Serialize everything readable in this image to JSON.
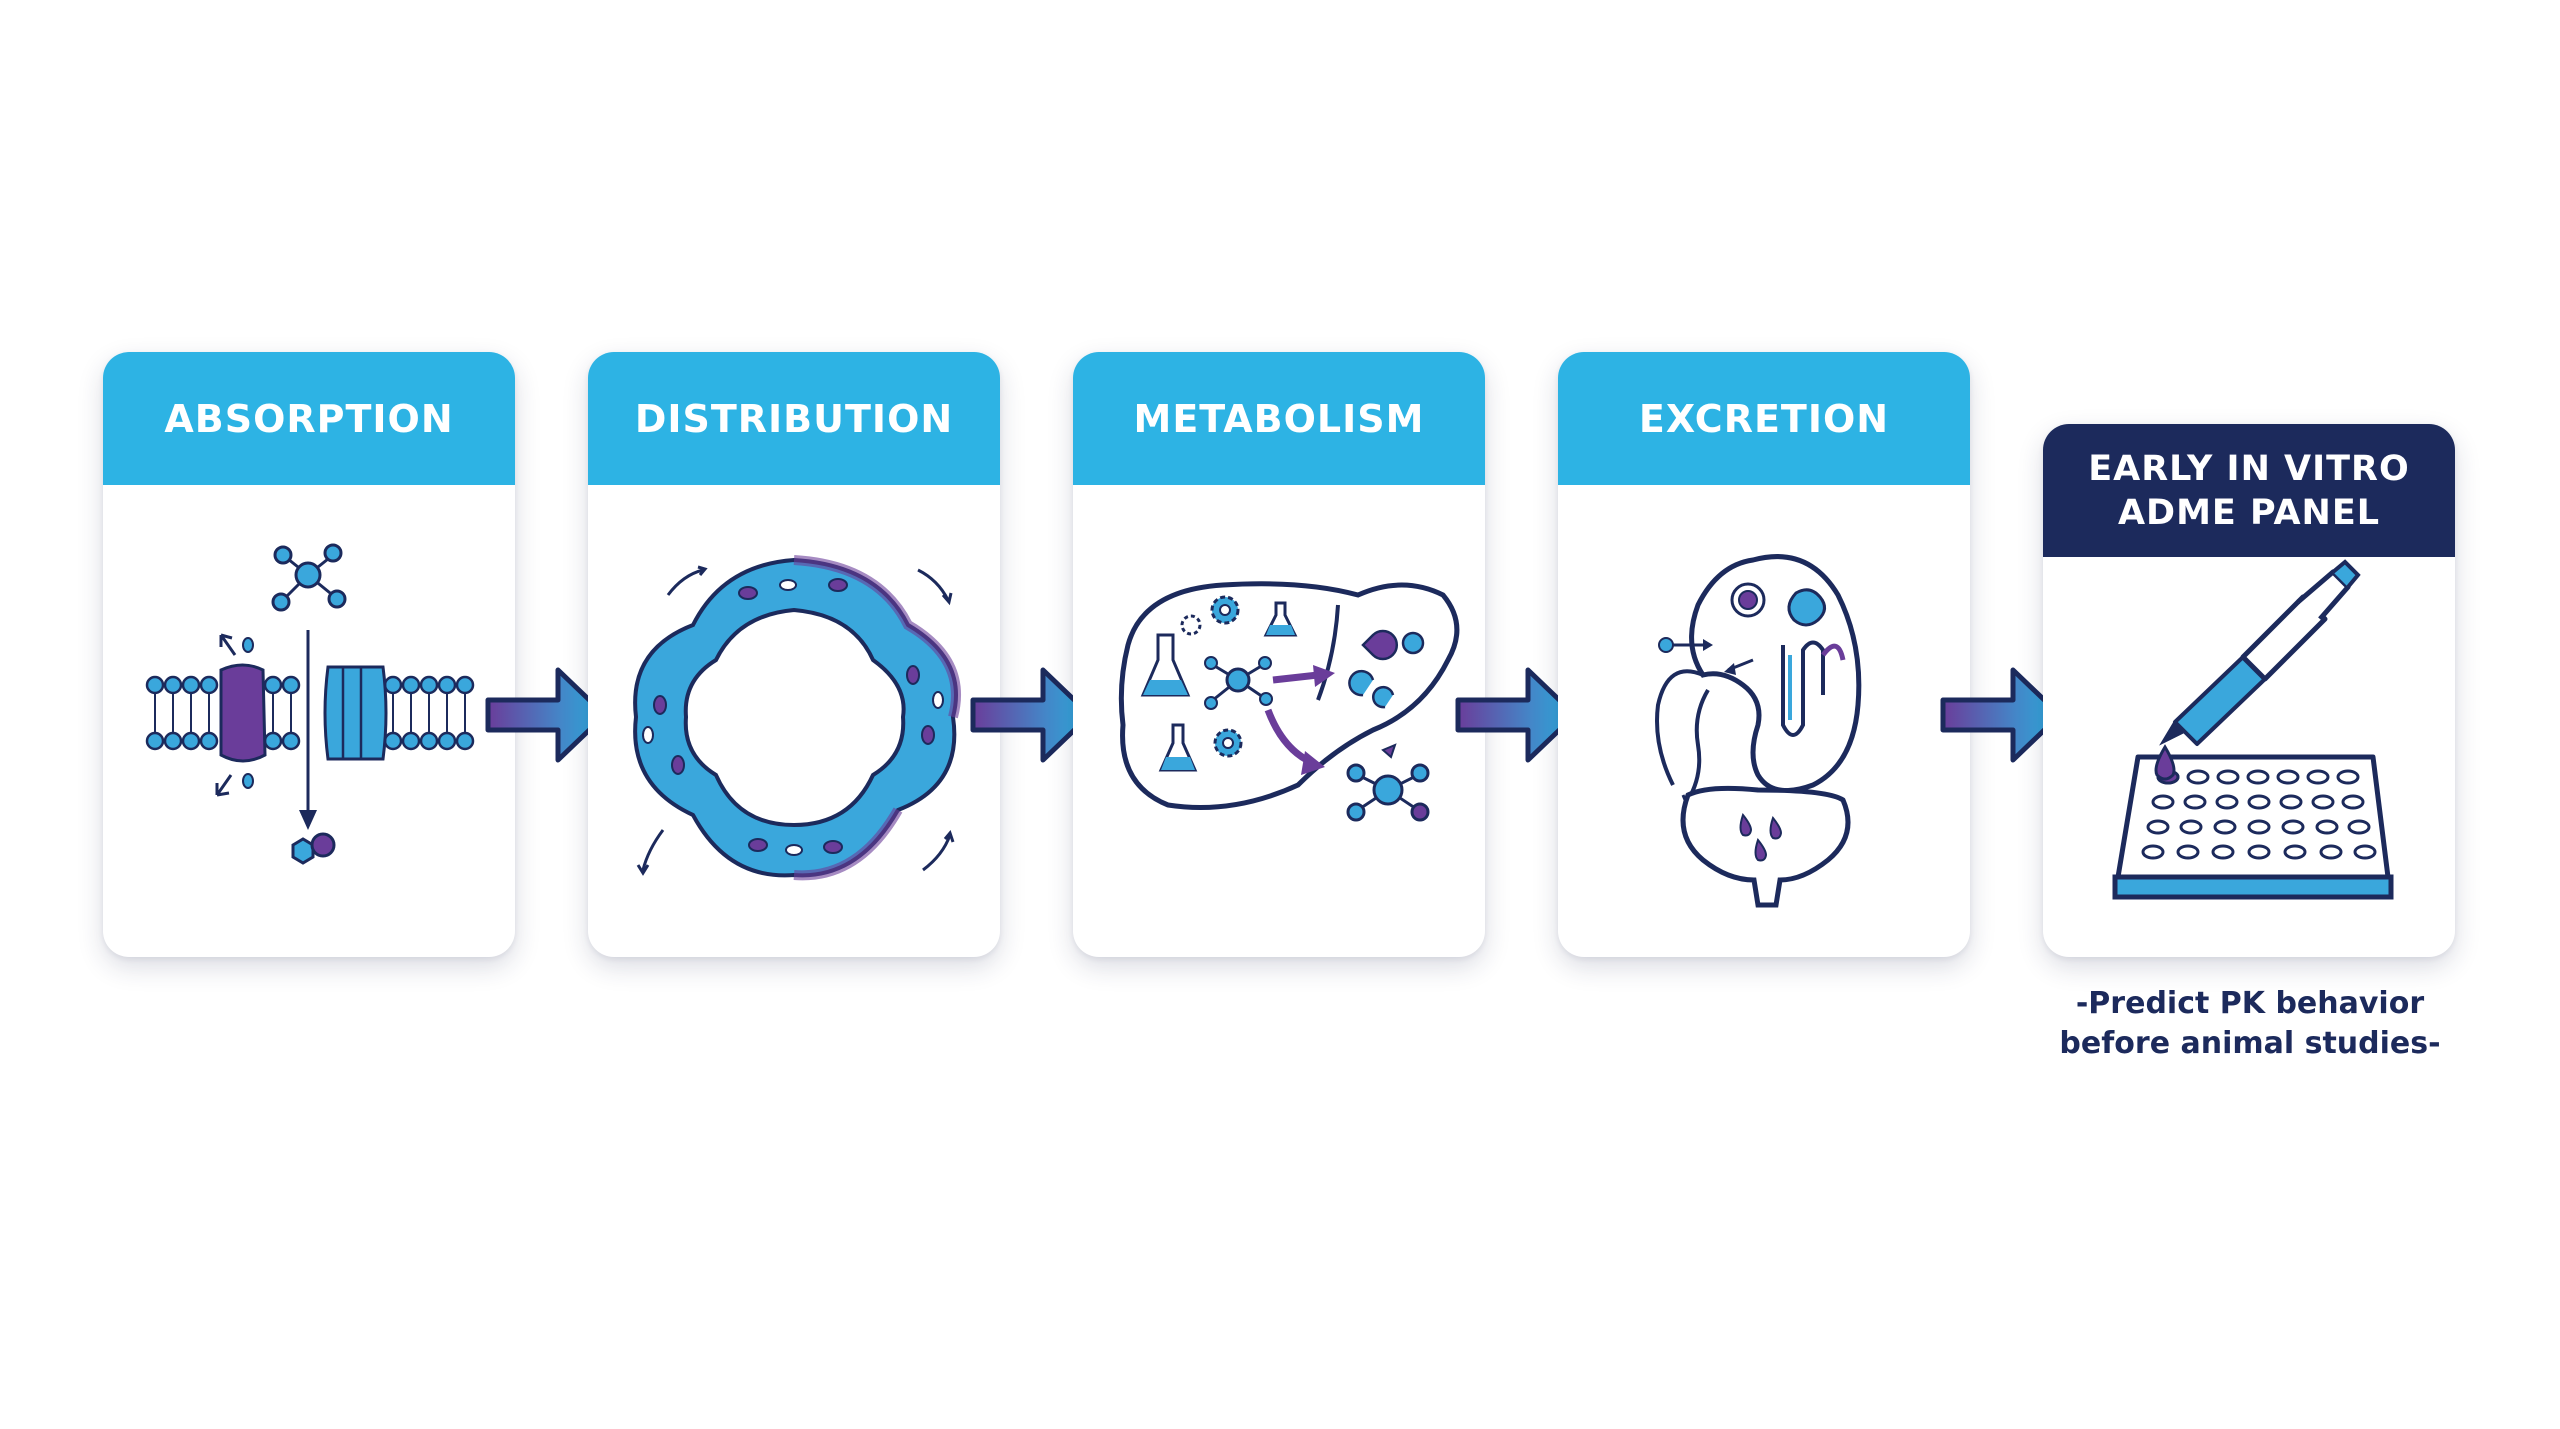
{
  "stages": [
    {
      "title": "ABSORPTION",
      "icon": "cell-membrane-icon"
    },
    {
      "title": "DISTRIBUTION",
      "icon": "blood-vessel-network-icon"
    },
    {
      "title": "METABOLISM",
      "icon": "liver-icon"
    },
    {
      "title": "EXCRETION",
      "icon": "kidney-icon"
    }
  ],
  "panel": {
    "title_line1": "EARLY IN VITRO",
    "title_line2": "ADME PANEL",
    "icon": "pipette-well-plate-icon",
    "caption_line1": "-Predict PK behavior",
    "caption_line2": "before animal studies-"
  },
  "colors": {
    "header_blue": "#2db3e4",
    "navy": "#1c2a5c",
    "purple": "#6a3d9a",
    "cyan_fill": "#3aa7dc"
  }
}
